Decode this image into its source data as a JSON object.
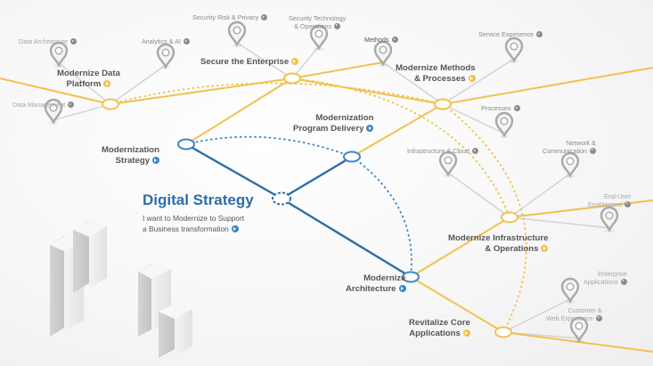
{
  "title": "Digital Strategy",
  "subtitle_line1": "I want to Modernize to Support",
  "subtitle_line2": "a Business transformation",
  "hubs": {
    "modernize_data_platform": [
      "Modernize Data",
      "Platform"
    ],
    "secure_enterprise": "Secure the Enterprise",
    "modernize_methods": [
      "Modernize Methods",
      "& Processes"
    ],
    "program_delivery": [
      "Modernization",
      "Program Delivery"
    ],
    "modernization_strategy": [
      "Modernization",
      "Strategy"
    ],
    "infrastructure_ops": [
      "Modernize Infrastructure",
      "& Operations"
    ],
    "modernize_architecture": [
      "Modernize",
      "Architecture"
    ],
    "revitalize_core": [
      "Revitalize Core",
      "Applications"
    ]
  },
  "leaves": {
    "data_architecture": "Data Architecture",
    "analytics_ai": "Analytics & AI",
    "data_management": "Data Management",
    "security_risk": "Security Risk & Privacy",
    "security_tech": [
      "Security Technology",
      "& Operations"
    ],
    "methods": "Methods",
    "service_experience": "Service Experience",
    "processes": "Processes",
    "infra_cloud": "Infrastructure & Cloud",
    "network_comm": [
      "Network &",
      "Communication"
    ],
    "end_user": [
      "End-User",
      "Enablement"
    ],
    "enterprise_apps": [
      "Enterprise",
      "Applications"
    ],
    "customer_web": [
      "Customer &",
      "Web Experience"
    ]
  },
  "icons": {
    "arrow": "arrow-circle-icon",
    "pin": "location-pin-icon",
    "building": "building-block-icon"
  },
  "colors": {
    "yellow": "#f2c14e",
    "blue": "#3f86c8",
    "dark_blue": "#2d6ea6",
    "gray_line": "#cfcfcf",
    "pin": "#a8a8a8"
  }
}
